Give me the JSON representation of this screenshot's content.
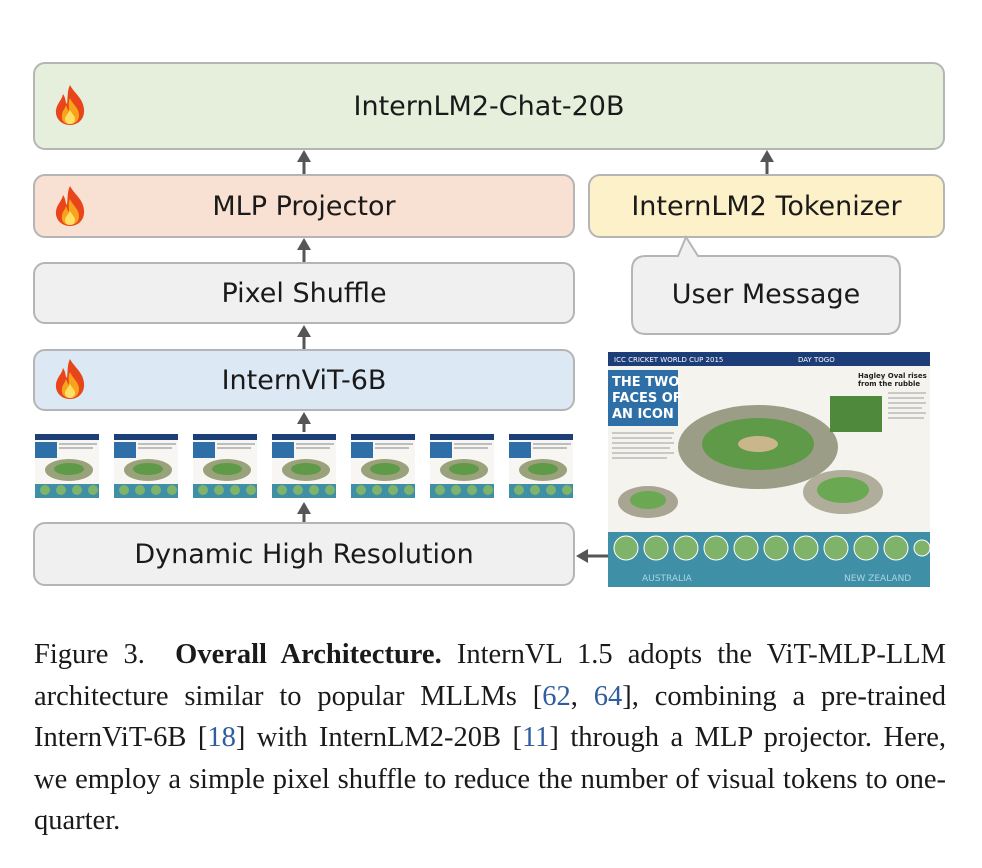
{
  "blocks": {
    "llm": "InternLM2-Chat-20B",
    "projector": "MLP Projector",
    "tokenizer": "InternLM2 Tokenizer",
    "user_message": "User Message",
    "pixel_shuffle": "Pixel Shuffle",
    "vit": "InternViT-6B",
    "dynamic_res": "Dynamic High Resolution"
  },
  "image_text": {
    "headline_1": "THE TWO",
    "headline_2": "FACES OF",
    "headline_3": "AN ICON",
    "banner": "ICC CRICKET WORLD CUP 2015",
    "day_label": "DAY TOGO",
    "right_head_1": "Hagley Oval rises",
    "right_head_2": "from the rubble",
    "country_left": "AUSTRALIA",
    "country_right": "NEW ZEALAND"
  },
  "caption": {
    "fig_label": "Figure 3.",
    "title": "Overall Architecture.",
    "t1": " InternVL 1.5 adopts the ViT-MLP-LLM architecture similar to popular MLLMs [",
    "c1": "62",
    "t2": ", ",
    "c2": "64",
    "t3": "], combining a pre-trained InternViT-6B [",
    "c3": "18",
    "t4": "] with InternLM2-20B [",
    "c4": "11",
    "t5": "] through a MLP projector. Here, we employ a simple pixel shuffle to reduce the number of visual tokens to one-quarter."
  },
  "colors": {
    "llm_fill": "#e5efdc",
    "projector_fill": "#f8e0d3",
    "tokenizer_fill": "#fdf1c9",
    "gray_fill": "#f0f0f0",
    "vit_fill": "#dce8f4",
    "cite": "#2f5e9e"
  },
  "icons": [
    "fire-icon",
    "arrow-up-icon",
    "arrow-left-icon"
  ]
}
